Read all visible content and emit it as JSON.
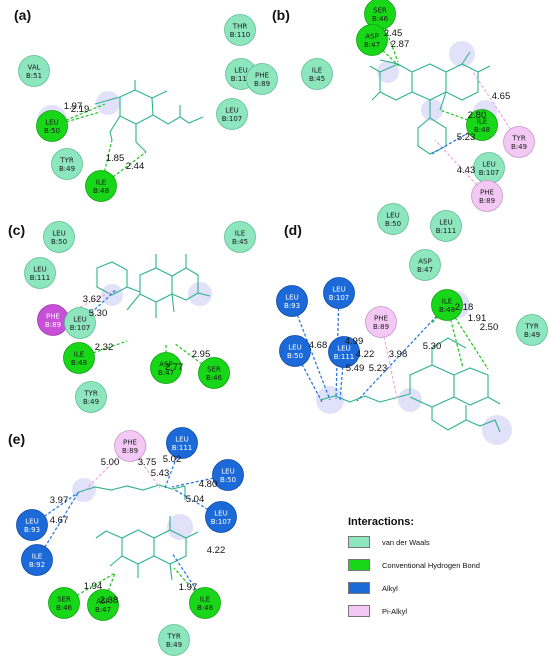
{
  "colors": {
    "vdw": "#8de6bd",
    "hbond": "#18d618",
    "alkyl": "#1c6ad8",
    "pi_alkyl": "#f4c8f4",
    "pi_alkyl_strong": "#c84fd8",
    "ligand": "#2fb38d",
    "halo": "#c8c8f5"
  },
  "legend": {
    "title": "Interactions:",
    "items": [
      {
        "label": "van der Waals",
        "kind": "vdw"
      },
      {
        "label": "Conventional Hydrogen Bond",
        "kind": "hbond"
      },
      {
        "label": "Alkyl",
        "kind": "alkyl"
      },
      {
        "label": "Pi-Alkyl",
        "kind": "pi_alkyl"
      }
    ]
  },
  "panels": [
    {
      "id": "a",
      "label": "(a)",
      "residues": [
        {
          "l1": "THR",
          "l2": "B:110",
          "kind": "vdw"
        },
        {
          "l1": "VAL",
          "l2": "B:51",
          "kind": "vdw"
        },
        {
          "l1": "LEU",
          "l2": "B:111",
          "kind": "vdw"
        },
        {
          "l1": "PHE",
          "l2": "B:89",
          "kind": "vdw"
        },
        {
          "l1": "LEU",
          "l2": "B:50",
          "kind": "hbond"
        },
        {
          "l1": "LEU",
          "l2": "B:107",
          "kind": "vdw"
        },
        {
          "l1": "TYR",
          "l2": "B:49",
          "kind": "vdw"
        },
        {
          "l1": "ILE",
          "l2": "B:48",
          "kind": "hbond"
        }
      ],
      "distances": [
        "1.97",
        "2.19",
        "1.85",
        "2.44"
      ]
    },
    {
      "id": "b",
      "label": "(b)",
      "residues": [
        {
          "l1": "SER",
          "l2": "B:46",
          "kind": "hbond"
        },
        {
          "l1": "ASP",
          "l2": "B:47",
          "kind": "hbond"
        },
        {
          "l1": "ILE",
          "l2": "B:45",
          "kind": "vdw"
        },
        {
          "l1": "ILE",
          "l2": "B:48",
          "kind": "hbond"
        },
        {
          "l1": "TYR",
          "l2": "B:49",
          "kind": "pi_alkyl"
        },
        {
          "l1": "LEU",
          "l2": "B:107",
          "kind": "vdw"
        },
        {
          "l1": "PHE",
          "l2": "B:89",
          "kind": "pi_alkyl"
        }
      ],
      "distances": [
        "2.45",
        "2.87",
        "4.65",
        "2.80",
        "5.23",
        "4.43"
      ]
    },
    {
      "id": "c",
      "label": "(c)",
      "residues": [
        {
          "l1": "LEU",
          "l2": "B:50",
          "kind": "vdw"
        },
        {
          "l1": "ILE",
          "l2": "B:45",
          "kind": "vdw"
        },
        {
          "l1": "LEU",
          "l2": "B:111",
          "kind": "vdw"
        },
        {
          "l1": "PHE",
          "l2": "B:89",
          "kind": "pi_alkyl_strong"
        },
        {
          "l1": "LEU",
          "l2": "B:107",
          "kind": "vdw"
        },
        {
          "l1": "ILE",
          "l2": "B:48",
          "kind": "hbond"
        },
        {
          "l1": "SER",
          "l2": "B:46",
          "kind": "hbond"
        },
        {
          "l1": "TYR",
          "l2": "B:49",
          "kind": "vdw"
        },
        {
          "l1": "ASP",
          "l2": "B:47",
          "kind": "hbond"
        }
      ],
      "distances": [
        "3.62",
        "5.30",
        "2.32",
        "2.95",
        "2.77"
      ]
    },
    {
      "id": "d",
      "label": "(d)",
      "residues": [
        {
          "l1": "LEU",
          "l2": "B:50",
          "kind": "vdw"
        },
        {
          "l1": "LEU",
          "l2": "B:111",
          "kind": "vdw"
        },
        {
          "l1": "ASP",
          "l2": "B:47",
          "kind": "vdw"
        },
        {
          "l1": "LEU",
          "l2": "B:93",
          "kind": "alkyl"
        },
        {
          "l1": "LEU",
          "l2": "B:107",
          "kind": "alkyl"
        },
        {
          "l1": "PHE",
          "l2": "B:89",
          "kind": "pi_alkyl"
        },
        {
          "l1": "ILE",
          "l2": "B:48",
          "kind": "hbond"
        },
        {
          "l1": "TYR",
          "l2": "B:49",
          "kind": "vdw"
        },
        {
          "l1": "LEU",
          "l2": "B:50",
          "kind": "alkyl"
        },
        {
          "l1": "LEU",
          "l2": "B:111",
          "kind": "alkyl"
        }
      ],
      "distances": [
        "4.68",
        "4.99",
        "4.22",
        "3.98",
        "5.49",
        "5.23",
        "5.30",
        "2.18",
        "1.91",
        "2.50"
      ]
    },
    {
      "id": "e",
      "label": "(e)",
      "residues": [
        {
          "l1": "PHE",
          "l2": "B:89",
          "kind": "pi_alkyl"
        },
        {
          "l1": "LEU",
          "l2": "B:111",
          "kind": "alkyl"
        },
        {
          "l1": "LEU",
          "l2": "B:50",
          "kind": "alkyl"
        },
        {
          "l1": "LEU",
          "l2": "B:107",
          "kind": "alkyl"
        },
        {
          "l1": "LEU",
          "l2": "B:93",
          "kind": "alkyl"
        },
        {
          "l1": "ILE",
          "l2": "B:92",
          "kind": "alkyl"
        },
        {
          "l1": "SER",
          "l2": "B:46",
          "kind": "hbond"
        },
        {
          "l1": "ASP",
          "l2": "B:47",
          "kind": "hbond"
        },
        {
          "l1": "ILE",
          "l2": "B:48",
          "kind": "hbond"
        },
        {
          "l1": "TYR",
          "l2": "B:49",
          "kind": "vdw"
        }
      ],
      "distances": [
        "5.00",
        "3.75",
        "5.02",
        "5.43",
        "4.80",
        "5.04",
        "3.97",
        "4.67",
        "4.22",
        "1.94",
        "2.38",
        "1.97"
      ]
    }
  ]
}
